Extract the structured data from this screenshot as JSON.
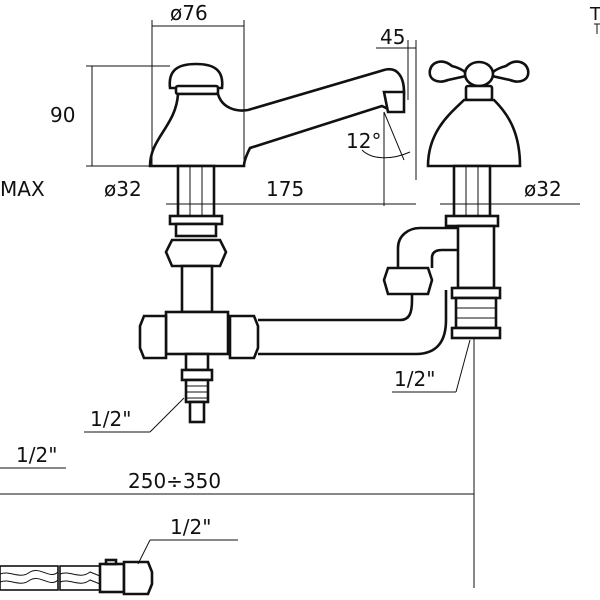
{
  "dimensions": {
    "spout_width": "ø76",
    "outlet_offset": "45",
    "height": "90",
    "spout_angle": "12°",
    "max_label": "MAX",
    "left_shank_dia": "ø32",
    "spout_reach": "175",
    "right_shank_dia": "ø32",
    "right_connection": "1/2\"",
    "left_connection": "1/2\"",
    "feed_connection": "1/2\"",
    "spacing": "250÷350",
    "hose_connection": "1/2\""
  },
  "edge_mark": "T"
}
